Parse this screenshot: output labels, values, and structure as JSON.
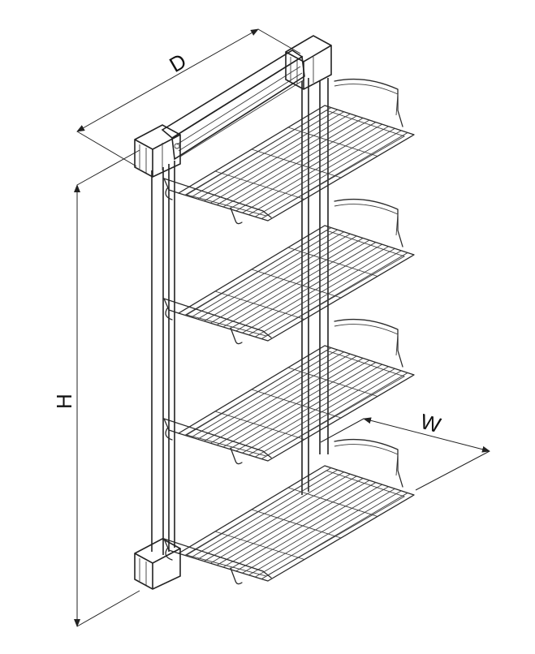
{
  "dimensions": {
    "depth_label": "D",
    "height_label": "H",
    "width_label": "W"
  },
  "product": {
    "shelf_count": 4
  },
  "colors": {
    "line": "#222222",
    "background": "#ffffff"
  }
}
